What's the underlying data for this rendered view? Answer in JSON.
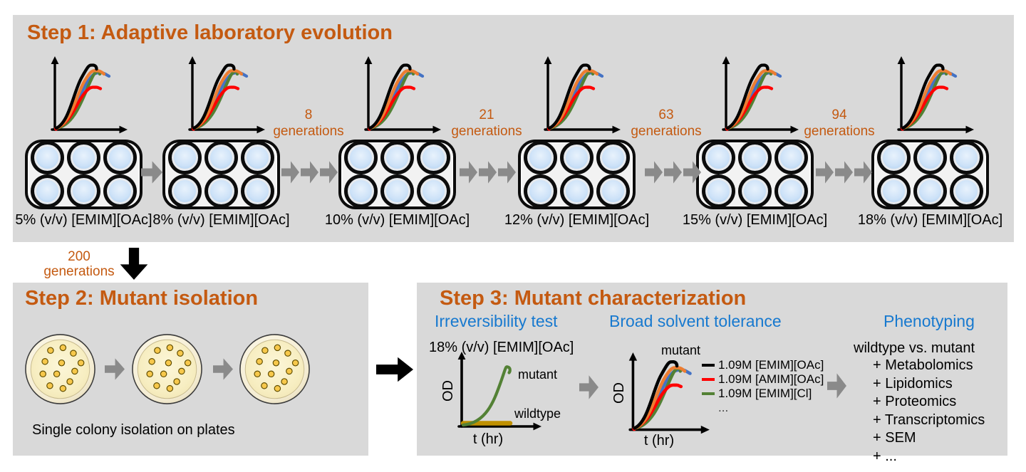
{
  "colors": {
    "panel_bg": "#d9d9d9",
    "accent_orange": "#c45a11",
    "heading_blue": "#1779cf",
    "arrow_gray": "#8a8a8a",
    "arrow_black": "#000000",
    "curve_black": "#000000",
    "curve_orange": "#ed7d31",
    "curve_blue": "#4472c4",
    "curve_red": "#ff0000",
    "curve_green": "#538135",
    "wildtype_line": "#bf9000",
    "well_blue": "#b5d4f2",
    "dish_fill": "#f7eec2",
    "colony_fill": "#f7c84b"
  },
  "step1": {
    "title": "Step 1: Adaptive laboratory evolution",
    "plate_labels": [
      "5% (v/v) [EMIM][OAc]",
      "8% (v/v) [EMIM][OAc]",
      "10% (v/v) [EMIM][OAc]",
      "12% (v/v) [EMIM][OAc]",
      "15% (v/v) [EMIM][OAc]",
      "18% (v/v) [EMIM][OAc]"
    ],
    "generation_steps": [
      {
        "count": "8",
        "unit": "generations"
      },
      {
        "count": "21",
        "unit": "generations"
      },
      {
        "count": "63",
        "unit": "generations"
      },
      {
        "count": "94",
        "unit": "generations"
      }
    ]
  },
  "interstep": {
    "count": "200",
    "unit": "generations"
  },
  "step2": {
    "title": "Step 2: Mutant isolation",
    "caption": "Single colony isolation on plates"
  },
  "step3": {
    "title": "Step 3: Mutant characterization",
    "irreversibility": {
      "heading": "Irreversibility test",
      "condition": "18% (v/v) [EMIM][OAc]",
      "mutant_label": "mutant",
      "wildtype_label": "wildtype",
      "ylabel": "OD",
      "xlabel": "t (hr)"
    },
    "broad_tolerance": {
      "heading": "Broad solvent tolerance",
      "chart_label": "mutant",
      "ylabel": "OD",
      "xlabel": "t (hr)",
      "legend": [
        {
          "color": "#000000",
          "text": "1.09M [EMIM][OAc]"
        },
        {
          "color": "#ff0000",
          "text": "1.09M [AMIM][OAc]"
        },
        {
          "color": "#538135",
          "text": "1.09M [EMIM][Cl]"
        }
      ],
      "legend_more": "..."
    },
    "phenotyping": {
      "heading": "Phenotyping",
      "comparison": "wildtype vs. mutant",
      "items": [
        "+ Metabolomics",
        "+ Lipidomics",
        "+ Proteomics",
        "+ Transcriptomics",
        "+ SEM",
        "+ ..."
      ]
    }
  }
}
